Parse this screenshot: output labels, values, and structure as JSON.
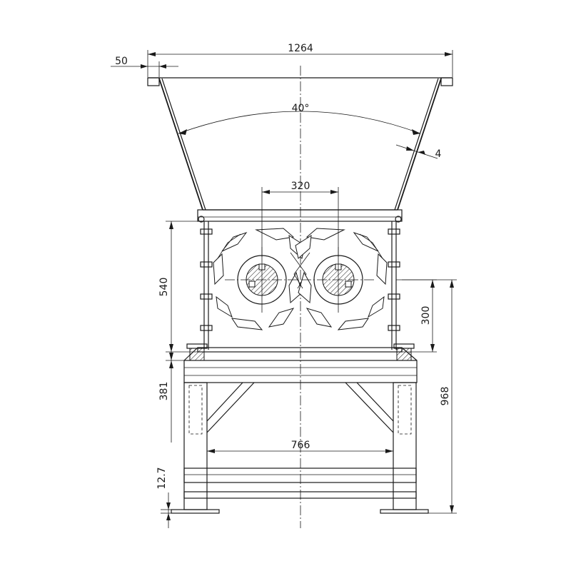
{
  "dimensions": {
    "overall_width": "1264",
    "flange_width": "50",
    "hopper_angle": "40°",
    "wall_thickness": "4",
    "shaft_spacing": "320",
    "housing_height": "540",
    "shaft_height": "300",
    "frame_height": "381",
    "total_height": "968",
    "leg_spacing": "766",
    "foot_plate": "12.7"
  },
  "colors": {
    "line": "#1a1a1a",
    "background": "#ffffff"
  }
}
